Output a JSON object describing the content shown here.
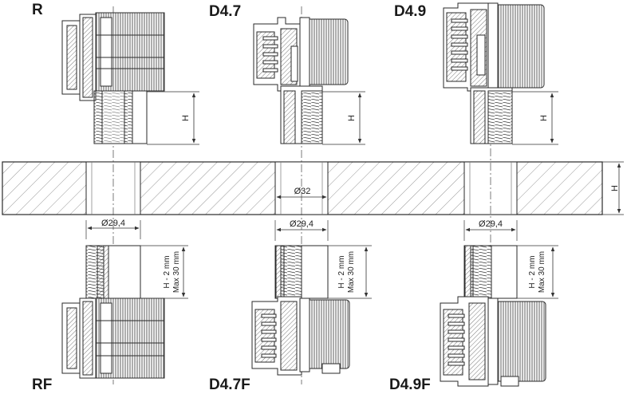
{
  "variants": {
    "top": [
      "R",
      "D4.7",
      "D4.9"
    ],
    "bottom": [
      "RF",
      "D4.7F",
      "D4.9F"
    ]
  },
  "dimensions": {
    "height_label": "H",
    "bore_center": "Ø32",
    "bore_thread": "Ø29,4",
    "range_line1": "H - 2 mm",
    "range_line2": "Max 30 mm"
  },
  "colors": {
    "line": "#2a2a2a",
    "hatch": "#8a8a8a",
    "dim": "#333333"
  }
}
